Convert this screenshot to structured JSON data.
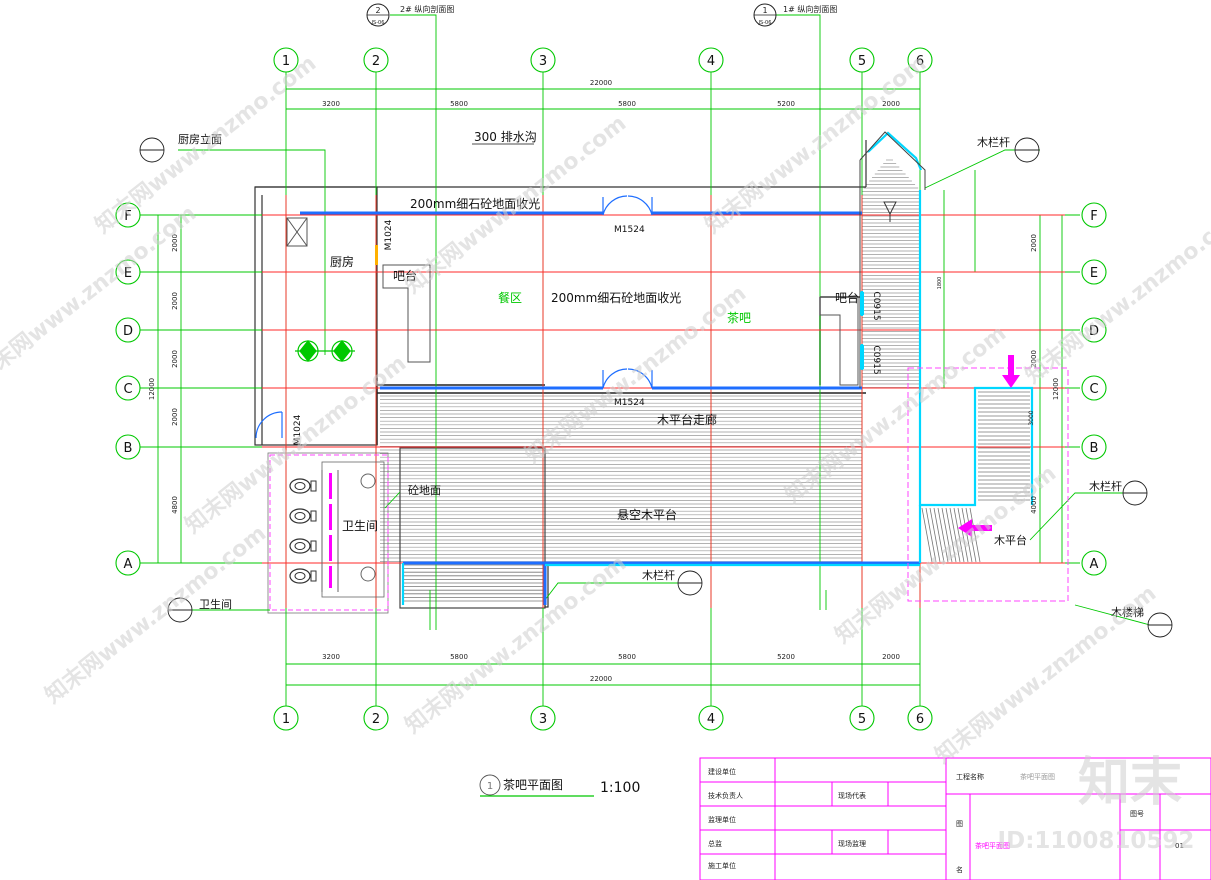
{
  "grid": {
    "cols": [
      "1",
      "2",
      "3",
      "4",
      "5",
      "6"
    ],
    "rows": [
      "F",
      "E",
      "D",
      "C",
      "B",
      "A"
    ],
    "top_dims": [
      "3200",
      "5800",
      "5800",
      "5200",
      "2000"
    ],
    "total_width": "22000",
    "left_dims": [
      "2000",
      "2000",
      "2000",
      "2000",
      "4800"
    ],
    "total_height": "12000",
    "right_dims": [
      "2000",
      "2000",
      "4000"
    ]
  },
  "sections": {
    "sec2_num": "2",
    "sec2_sheet": "JS-06",
    "sec2_label": "2# 纵向剖面图",
    "sec1_num": "1",
    "sec1_sheet": "JS-06",
    "sec1_label": "1# 纵向剖面图"
  },
  "labels": {
    "drain": "300 排水沟",
    "kitchen_elev": "厨房立面",
    "floor_top": "200mm细石砼地面收光",
    "floor_mid": "200mm细石砼地面收光",
    "door_m1524_top": "M1524",
    "door_m1524_mid": "M1524",
    "door_m1024_top": "M1024",
    "door_m1024_left": "M1024",
    "kitchen": "厨房",
    "bar_left": "吧台",
    "dining": "餐区",
    "tea_bar": "茶吧",
    "bar_right": "吧台",
    "win_1": "C0915",
    "win_2": "C0915",
    "deck_corridor": "木平台走廊",
    "suspended_deck": "悬空木平台",
    "concrete_floor": "砼地面",
    "toilet": "卫生间",
    "toilet_ref": "卫生间",
    "railing_bottom": "木栏杆",
    "railing_right": "木栏杆",
    "railing_top": "木栏杆",
    "wood_deck": "木平台",
    "wood_stair": "木楼梯",
    "window_small": "1800",
    "stair_dim": "3000"
  },
  "title": {
    "num": "1",
    "text": "茶吧平面图",
    "scale": "1:100"
  },
  "title_block": {
    "r1": "建设单位",
    "r2": "技术负责人",
    "r2b": "现场代表",
    "r3": "监理单位",
    "r4": "总监",
    "r4b": "现场监理",
    "r5": "施工单位",
    "proj": "工程名称",
    "proj_val": "茶吧平面图",
    "fig": "图",
    "name": "名",
    "fig_no": "图号",
    "fig_val": "茶吧平面图",
    "fig_no_val": "01"
  },
  "watermark": {
    "brand": "知末",
    "id": "ID:1100810592",
    "tile": "知末网www.znzmo.com"
  },
  "colors": {
    "grid_line": "#00c800",
    "axis_red": "#ff2a2a",
    "wall_blue": "#1e6eff",
    "cyan": "#00d7ff",
    "magenta": "#ff00ff",
    "hatch": "#888888",
    "dark": "#222222"
  }
}
